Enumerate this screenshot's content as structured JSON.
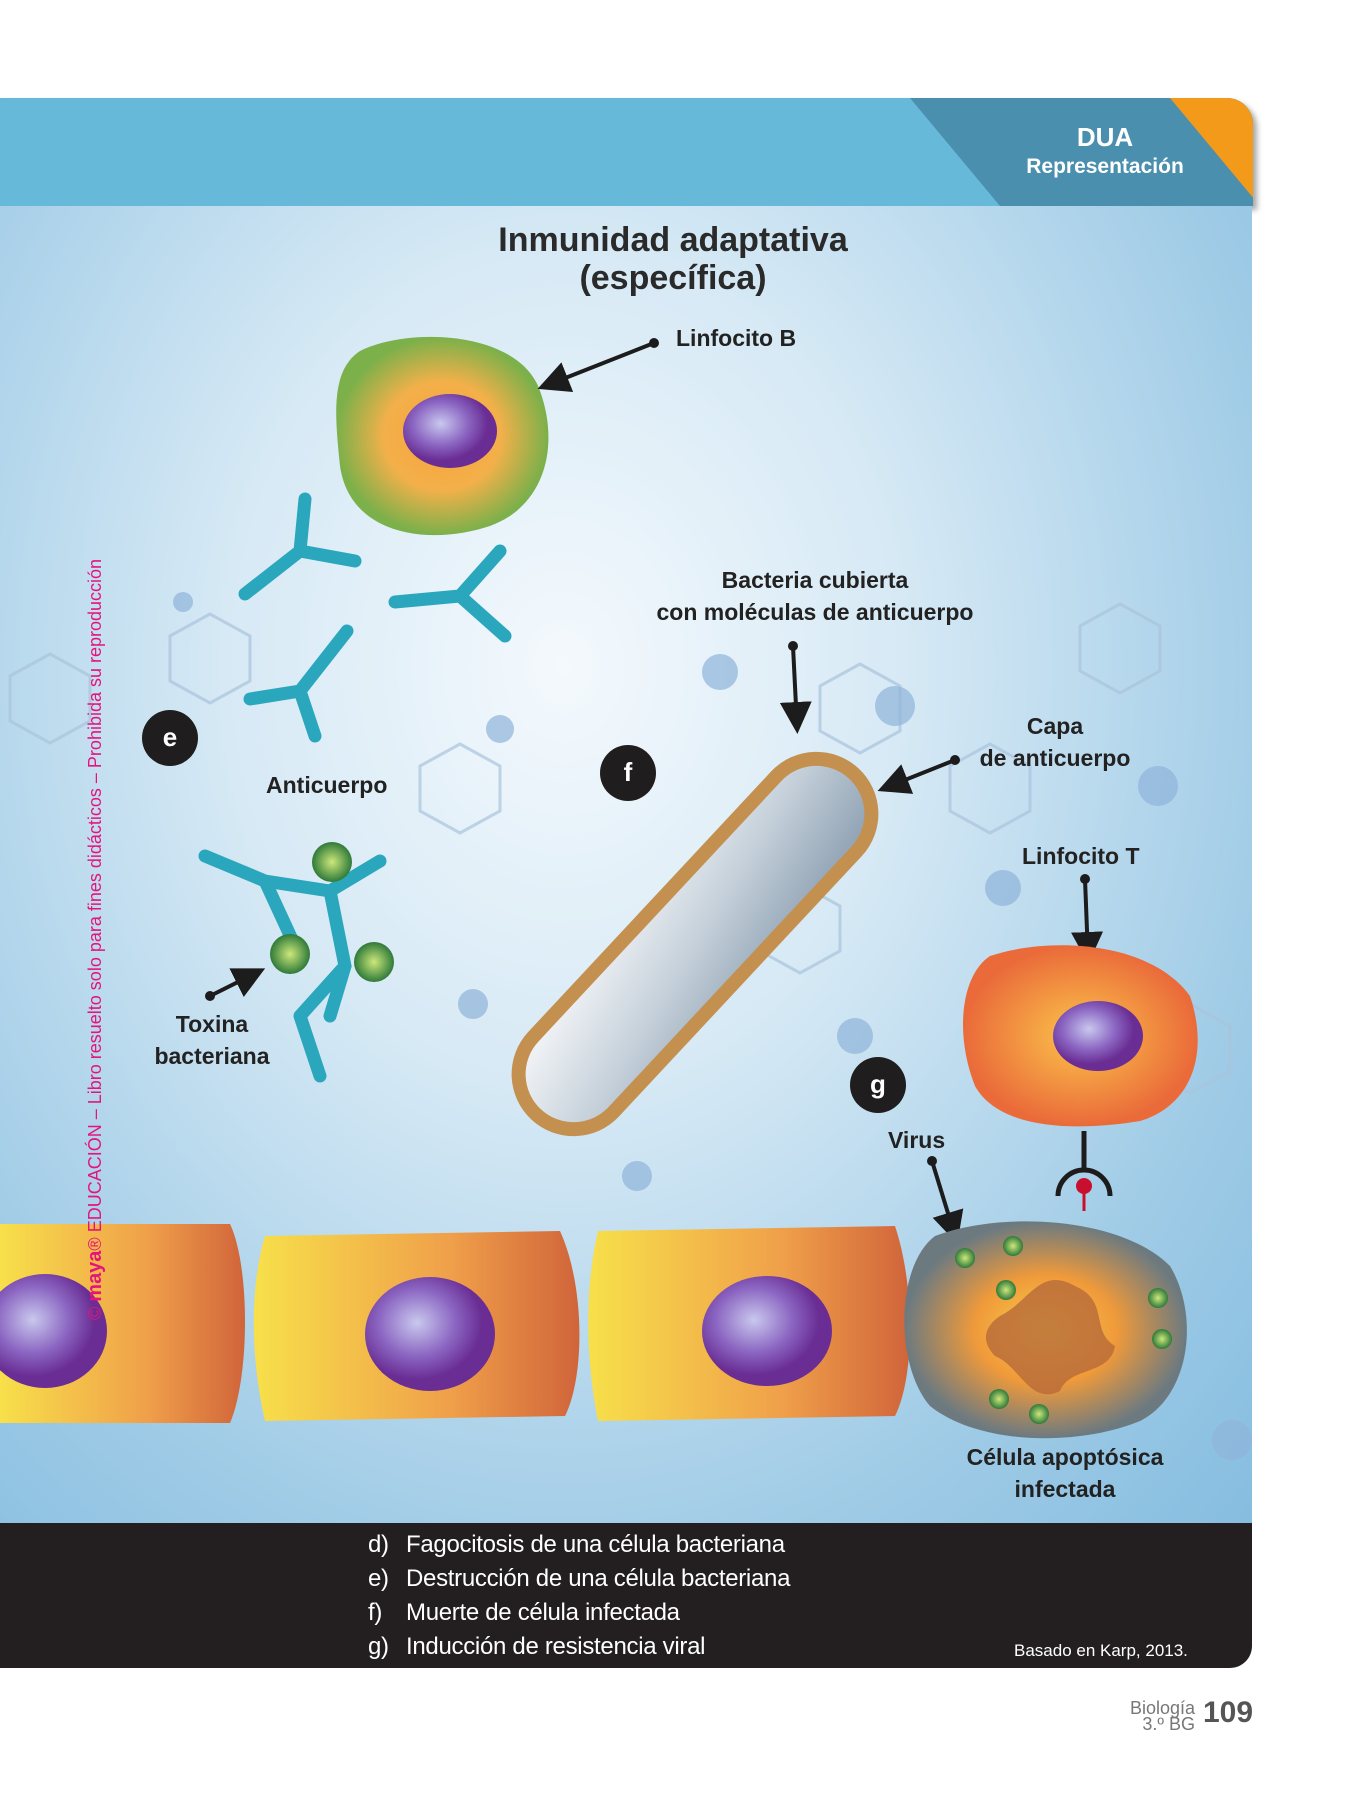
{
  "header": {
    "badge_title": "DUA",
    "badge_subtitle": "Representación"
  },
  "figure": {
    "title_line1": "Inmunidad adaptativa",
    "title_line2": "(específica)",
    "labels": {
      "linfocito_b": "Linfocito B",
      "anticuerpo": "Anticuerpo",
      "toxina_1": "Toxina",
      "toxina_2": "bacteriana",
      "bacteria_1": "Bacteria cubierta",
      "bacteria_2": "con moléculas de anticuerpo",
      "capa_1": "Capa",
      "capa_2": "de anticuerpo",
      "linfocito_t": "Linfocito T",
      "virus": "Virus",
      "celula_1": "Célula apoptósica",
      "celula_2": "infectada"
    },
    "badges": [
      "e",
      "f",
      "g"
    ]
  },
  "watermark": {
    "brand": "maya",
    "text": "EDUCACIÓN – Libro resuelto solo para fines didácticos – Prohibida su reproducción"
  },
  "legend": {
    "items": [
      {
        "letter": "d)",
        "text": "Fagocitosis de una célula bacteriana"
      },
      {
        "letter": "e)",
        "text": "Destrucción de una célula bacteriana"
      },
      {
        "letter": "f)",
        "text": "Muerte de célula infectada"
      },
      {
        "letter": "g)",
        "text": "Inducción de resistencia viral"
      }
    ],
    "source": "Basado en Karp, 2013."
  },
  "footer": {
    "subject": "Biología",
    "grade": "3.º BG",
    "page": "109"
  }
}
